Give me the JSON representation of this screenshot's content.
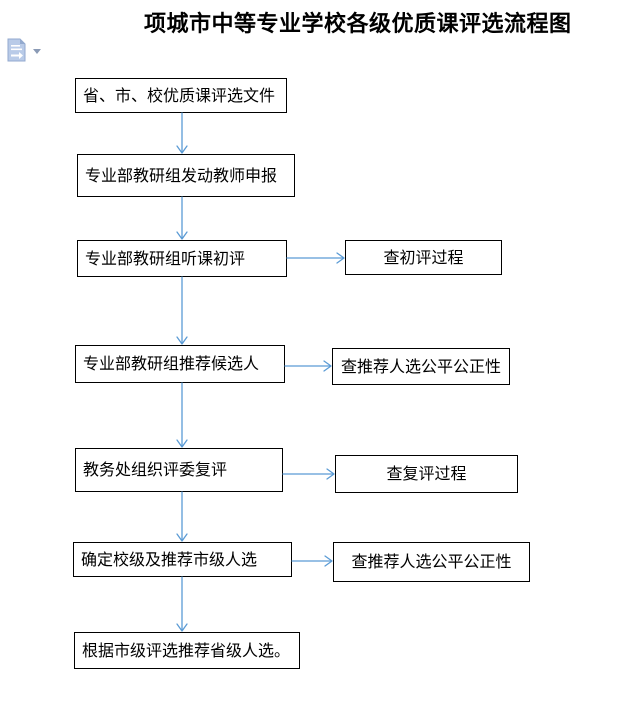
{
  "title": "项城市中等专业学校各级优质课评选流程图",
  "flow": {
    "steps": [
      {
        "label": "省、市、校优质课评选文件"
      },
      {
        "label": "专业部教研组发动教师申报"
      },
      {
        "label": "专业部教研组听课初评"
      },
      {
        "label": "专业部教研组推荐候选人"
      },
      {
        "label": "教务处组织评委复评"
      },
      {
        "label": "确定校级及推荐市级人选"
      },
      {
        "label": "根据市级评选推荐省级人选。"
      }
    ],
    "checks": [
      {
        "label": "查初评过程"
      },
      {
        "label": "查推荐人选公平公正性"
      },
      {
        "label": "查复评过程"
      },
      {
        "label": "查推荐人选公平公正性"
      }
    ]
  },
  "icons": {
    "paste_options": "paste-options-icon",
    "dropdown": "chevron-down-icon"
  },
  "colors": {
    "connector": "#5B9BD5",
    "box_border": "#000000",
    "background": "#ffffff",
    "paste_icon_fill": "#b9cbe8",
    "paste_icon_edge": "#93aacf",
    "paste_caret": "#8a9ab5"
  }
}
